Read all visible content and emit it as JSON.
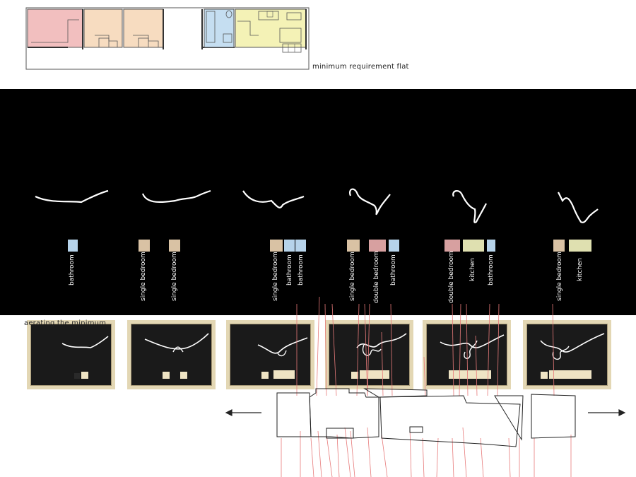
{
  "top_caption": "minimum requirement flat",
  "bottom_caption": "aerating the minimum",
  "colors": {
    "bedroom_single": "#d9c2a4",
    "bedroom_double": "#d7a0a0",
    "bathroom": "#b6d3ea",
    "kitchen": "#dfe0b0",
    "plan_pink": "#f2bfbf",
    "plan_peach": "#f7dcc0",
    "plan_blue": "#c5def1",
    "plan_yellow": "#f4f2b6",
    "redline": "#e77a7a"
  },
  "columns": [
    {
      "labels": [
        "bathroom"
      ]
    },
    {
      "labels": [
        "single bedroom",
        "single bedroom"
      ]
    },
    {
      "labels": [
        "single bedroom",
        "bathroom",
        "bathroom"
      ]
    },
    {
      "labels": [
        "single bedroom",
        "double bedroom",
        "bathroom"
      ]
    },
    {
      "labels": [
        "double bedroom",
        "kitchen",
        "bathroom"
      ]
    },
    {
      "labels": [
        "single bedroom",
        "kitchen"
      ]
    }
  ]
}
